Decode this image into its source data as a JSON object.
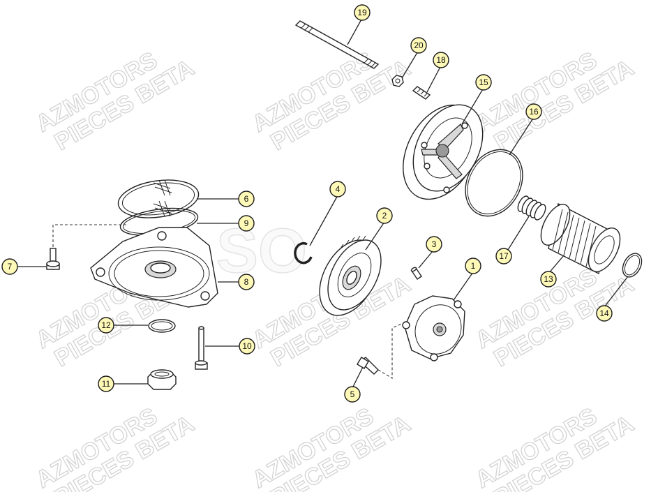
{
  "watermark": {
    "line1": "AZMOTORS",
    "line2": "PIECES BETA",
    "center_mark": "SO"
  },
  "callouts": [
    {
      "id": "callout-1",
      "label": "1"
    },
    {
      "id": "callout-2",
      "label": "2"
    },
    {
      "id": "callout-3",
      "label": "3"
    },
    {
      "id": "callout-4",
      "label": "4"
    },
    {
      "id": "callout-5",
      "label": "5"
    },
    {
      "id": "callout-6",
      "label": "6"
    },
    {
      "id": "callout-7",
      "label": "7"
    },
    {
      "id": "callout-8",
      "label": "8"
    },
    {
      "id": "callout-9",
      "label": "9"
    },
    {
      "id": "callout-10",
      "label": "10"
    },
    {
      "id": "callout-11",
      "label": "11"
    },
    {
      "id": "callout-12",
      "label": "12"
    },
    {
      "id": "callout-13",
      "label": "13"
    },
    {
      "id": "callout-14",
      "label": "14"
    },
    {
      "id": "callout-15",
      "label": "15"
    },
    {
      "id": "callout-16",
      "label": "16"
    },
    {
      "id": "callout-17",
      "label": "17"
    },
    {
      "id": "callout-18",
      "label": "18"
    },
    {
      "id": "callout-19",
      "label": "19"
    },
    {
      "id": "callout-20",
      "label": "20"
    }
  ],
  "colors": {
    "callout_fill": "#fff9b8",
    "line": "#222222",
    "watermark": "#d3d3d3"
  }
}
